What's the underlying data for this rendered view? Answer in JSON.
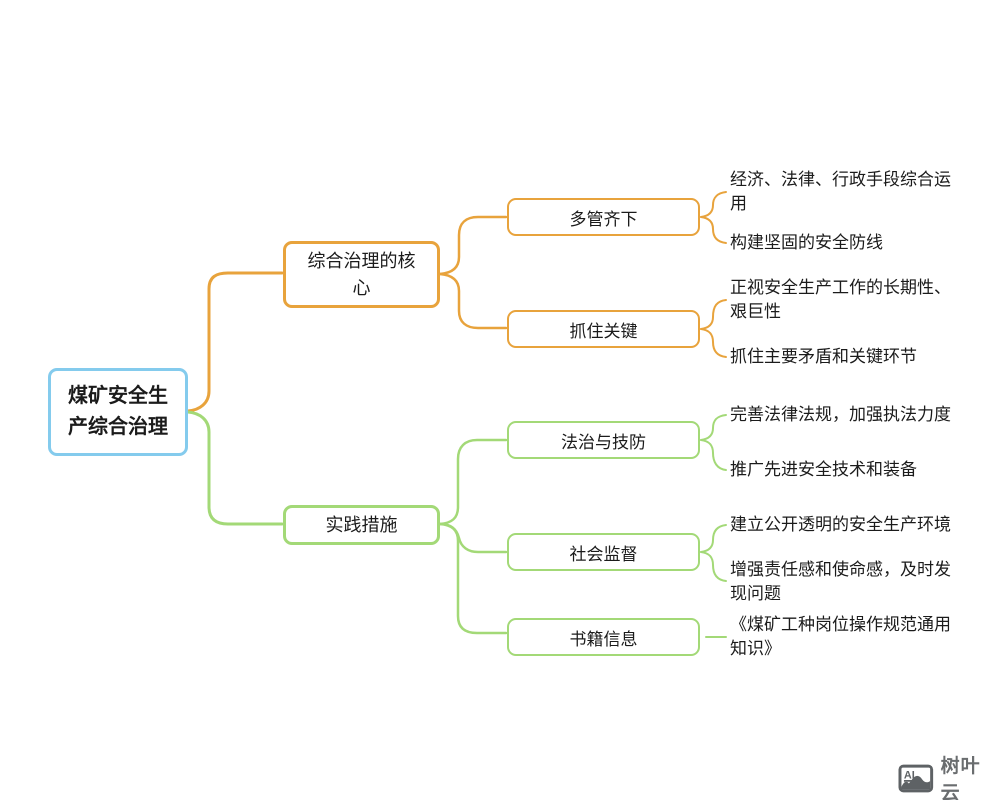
{
  "root": {
    "label": "煤矿安全生产综合治理"
  },
  "branches": [
    {
      "label": "综合治理的核心",
      "color": "#E8A33C",
      "children": [
        {
          "label": "多管齐下",
          "leaves": [
            "经济、法律、行政手段综合运用",
            "构建坚固的安全防线"
          ]
        },
        {
          "label": "抓住关键",
          "leaves": [
            "正视安全生产工作的长期性、艰巨性",
            "抓住主要矛盾和关键环节"
          ]
        }
      ]
    },
    {
      "label": "实践措施",
      "color": "#A3D977",
      "children": [
        {
          "label": "法治与技防",
          "leaves": [
            "完善法律法规，加强执法力度",
            "推广先进安全技术和装备"
          ]
        },
        {
          "label": "社会监督",
          "leaves": [
            "建立公开透明的安全生产环境",
            "增强责任感和使命感，及时发现问题"
          ]
        },
        {
          "label": "书籍信息",
          "leaves": [
            "《煤矿工种岗位操作规范通用知识》"
          ]
        }
      ]
    }
  ],
  "colors": {
    "root_border": "#84CBED",
    "branch1": "#E8A33C",
    "branch2": "#A3D977",
    "watermark": "#5E6265"
  },
  "watermark": {
    "icon_label": "AI",
    "label": "树叶云"
  }
}
